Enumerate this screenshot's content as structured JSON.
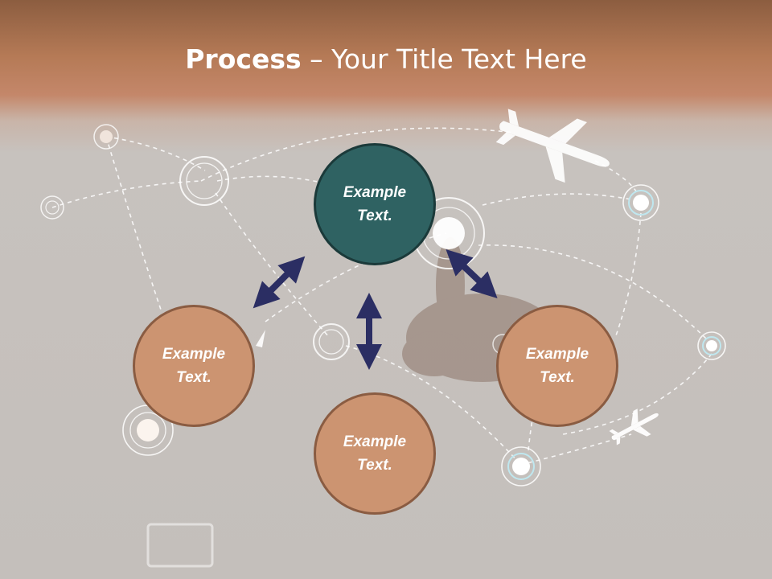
{
  "title": {
    "bold": "Process",
    "dash": " – ",
    "rest": "Your Title Text Here"
  },
  "nodes": {
    "top": {
      "line1": "Example",
      "line2": "Text."
    },
    "left": {
      "line1": "Example",
      "line2": "Text."
    },
    "right": {
      "line1": "Example",
      "line2": "Text."
    },
    "bottom": {
      "line1": "Example",
      "line2": "Text."
    }
  },
  "colors": {
    "header": "#b57a56",
    "center_node": "#2f6262",
    "orange_node": "#cc9471",
    "arrow": "#2b2e63"
  },
  "icons": [
    "airplane-icon",
    "location-pin-icon",
    "double-arrow-icon"
  ]
}
